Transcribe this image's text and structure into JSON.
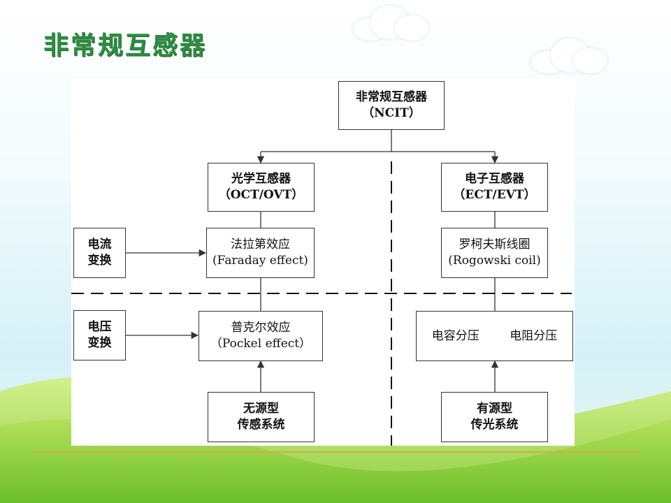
{
  "slide": {
    "title": "非常规互感器"
  },
  "diagram": {
    "root": {
      "line1": "非常规互感器",
      "line2": "（NCIT）"
    },
    "optical": {
      "line1": "光学互感器",
      "line2": "（OCT/OVT）"
    },
    "electronic": {
      "line1": "电子互感器",
      "line2": "（ECT/EVT）"
    },
    "current_conversion": {
      "line1": "电流",
      "line2": "变换"
    },
    "voltage_conversion": {
      "line1": "电压",
      "line2": "变换"
    },
    "faraday": {
      "line1": "法拉第效应",
      "line2": "(Faraday effect)"
    },
    "pockels": {
      "line1": "普克尔效应",
      "line2": "（Pockel effect）"
    },
    "rogowski": {
      "line1": "罗柯夫斯线圈",
      "line2": "(Rogowski coil)"
    },
    "dividers": {
      "capacitive": "电容分压",
      "resistive": "电阻分压"
    },
    "passive": {
      "line1": "无源型",
      "line2": "传感系统"
    },
    "active": {
      "line1": "有源型",
      "line2": "传光系统"
    }
  },
  "colors": {
    "title": "#2f8c42",
    "accent_rule": "#d7a94b",
    "box_border": "#333333"
  }
}
